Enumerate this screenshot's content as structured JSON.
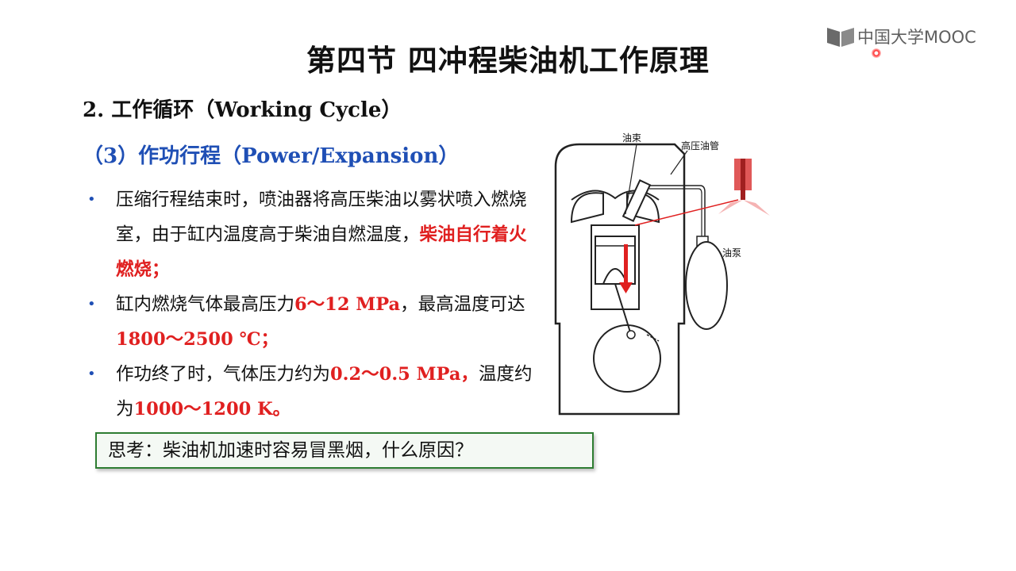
{
  "logo": {
    "text": "中国大学MOOC"
  },
  "title": "第四节  四冲程柴油机工作原理",
  "section": "2. 工作循环（Working Cycle）",
  "stroke": "（3）作功行程（Power/Expansion）",
  "bullets": [
    {
      "marker": "•",
      "t1": "压缩行程结束时，喷油器将高压柴油以雾状喷入燃烧室，由于缸内温度高于柴油自燃温度，",
      "hl": "柴油自行着火燃烧；",
      "t2": ""
    },
    {
      "marker": "•",
      "t1": " 缸内燃烧气体最高压力",
      "hl": "6～12 MPa",
      "t2": "，最高温度可达",
      "hl2": "1800～2500 ℃；"
    },
    {
      "marker": "•",
      "t1": " 作功终了时，气体压力约为",
      "hl": "0.2～0.5 MPa，",
      "t2": "温度约为",
      "hl2": "1000～1200 K。"
    }
  ],
  "think": "思考：柴油机加速时容易冒黑烟，什么原因？",
  "diagram": {
    "label_spray": "油束",
    "label_pipe": "高压油管",
    "label_pump": "油泵"
  },
  "colors": {
    "accent_blue": "#1f4fb5",
    "highlight_red": "#e02020",
    "box_green": "#2e7d32"
  }
}
